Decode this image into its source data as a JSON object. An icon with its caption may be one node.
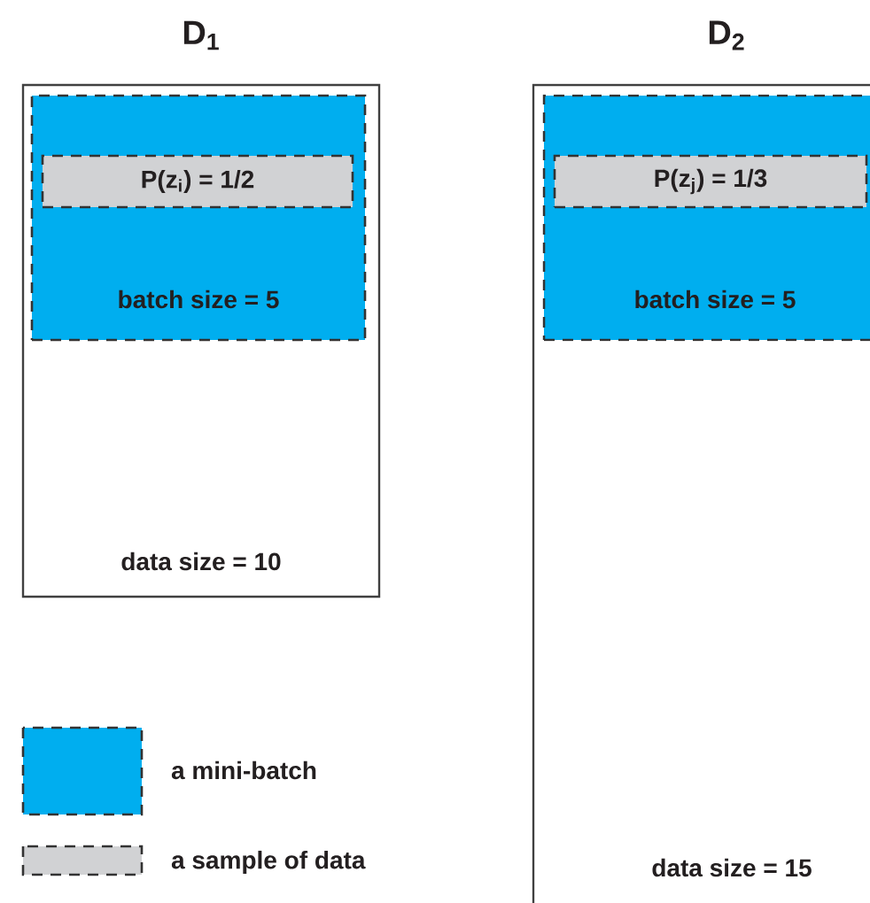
{
  "diagram": {
    "nodes": [
      {
        "text": [
          "D$_{1}$",
          "data size = 10"
        ]
      },
      {
        "text": [
          "batch size = 5"
        ],
        "in": 0
      },
      {
        "text": [
          "P(z$_{i}$) = 1/2"
        ],
        "in": 1
      },
      {
        "text": [
          "D$_{2}$",
          "data size = 15"
        ]
      },
      {
        "text": [
          "batch size = 5"
        ],
        "in": 3
      },
      {
        "text": [
          "P(z$_{j}$) = 1/3"
        ],
        "in": 4
      }
    ],
    "legend": [
      {
        "text": "a mini-batch",
        "color": "#00aeef"
      },
      {
        "text": "a sample of data",
        "color": "#d1d2d4"
      }
    ]
  }
}
